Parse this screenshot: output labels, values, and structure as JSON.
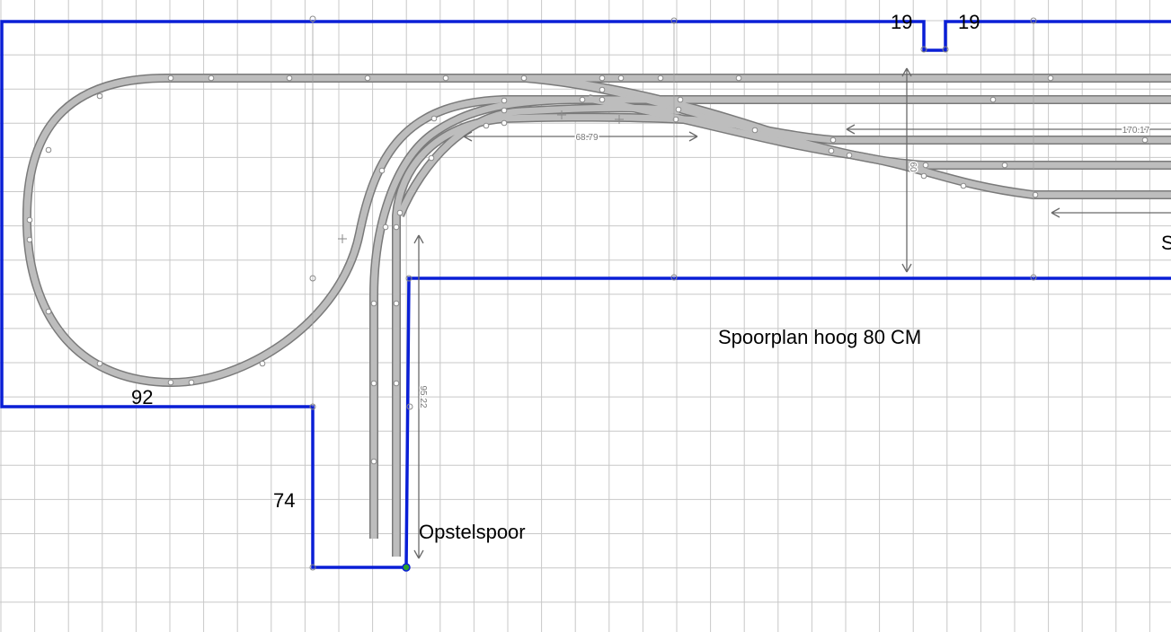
{
  "diagram": {
    "title_note": "Spoorplan hoog 80 CM",
    "siding_label": "Opstelspoor",
    "truncated_label": "S",
    "dimensions": {
      "left_width": "92",
      "lower_depth": "74",
      "notch_left": "19",
      "notch_right": "19",
      "measure_curve": "68.79",
      "measure_yard": "170.17",
      "measure_vertical": "60",
      "measure_siding": "95.22"
    },
    "colors": {
      "board_outline": "#0a1fd6",
      "track_fill": "#b9b9b9",
      "track_edge": "#7a7a7a",
      "grid": "#c8c8c8",
      "dimension_line": "#6a6a6a"
    }
  }
}
